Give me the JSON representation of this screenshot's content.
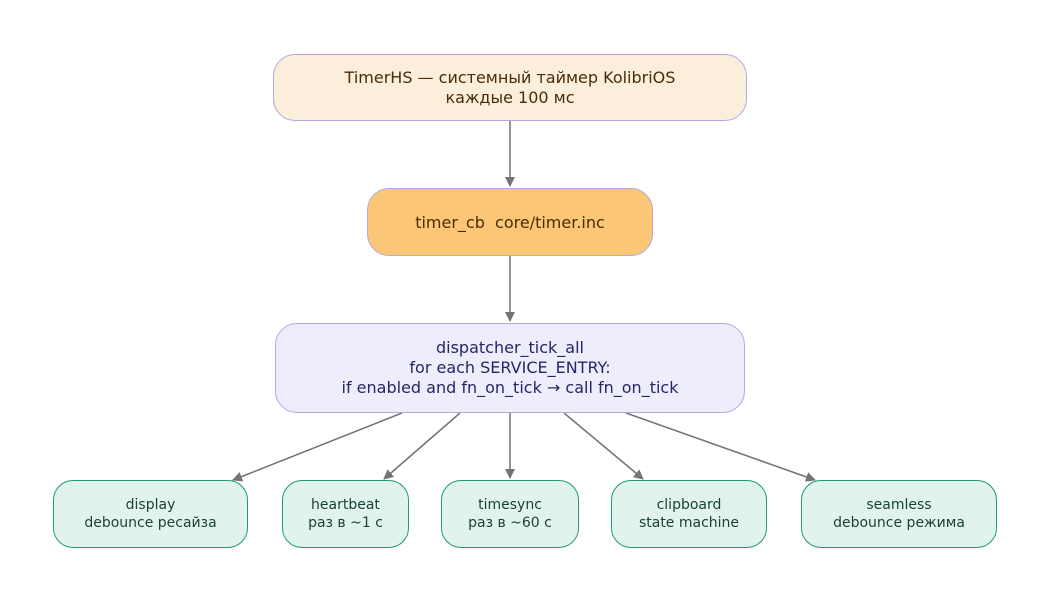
{
  "nodes": {
    "top": {
      "line1": "TimerHS — системный таймер KolibriOS",
      "line2": "каждые 100 мс"
    },
    "timer_cb": {
      "line1": "timer_cb  core/timer.inc"
    },
    "dispatcher": {
      "line1": "dispatcher_tick_all",
      "line2": "for each SERVICE_ENTRY:",
      "line3": "if enabled and fn_on_tick → call fn_on_tick"
    },
    "services": [
      {
        "line1": "display",
        "line2": "debounce ресайза"
      },
      {
        "line1": "heartbeat",
        "line2": "раз в ~1 с"
      },
      {
        "line1": "timesync",
        "line2": "раз в ~60 с"
      },
      {
        "line1": "clipboard",
        "line2": "state machine"
      },
      {
        "line1": "seamless",
        "line2": "debounce режима"
      }
    ]
  },
  "colors": {
    "edge": "#737373",
    "top_fill": "#fbeedb",
    "cb_fill": "#fbc675",
    "dispatcher_fill": "#ededfc",
    "service_fill": "#e0f4ec",
    "service_border": "#1f9a72",
    "border": "#b3a9e0"
  }
}
